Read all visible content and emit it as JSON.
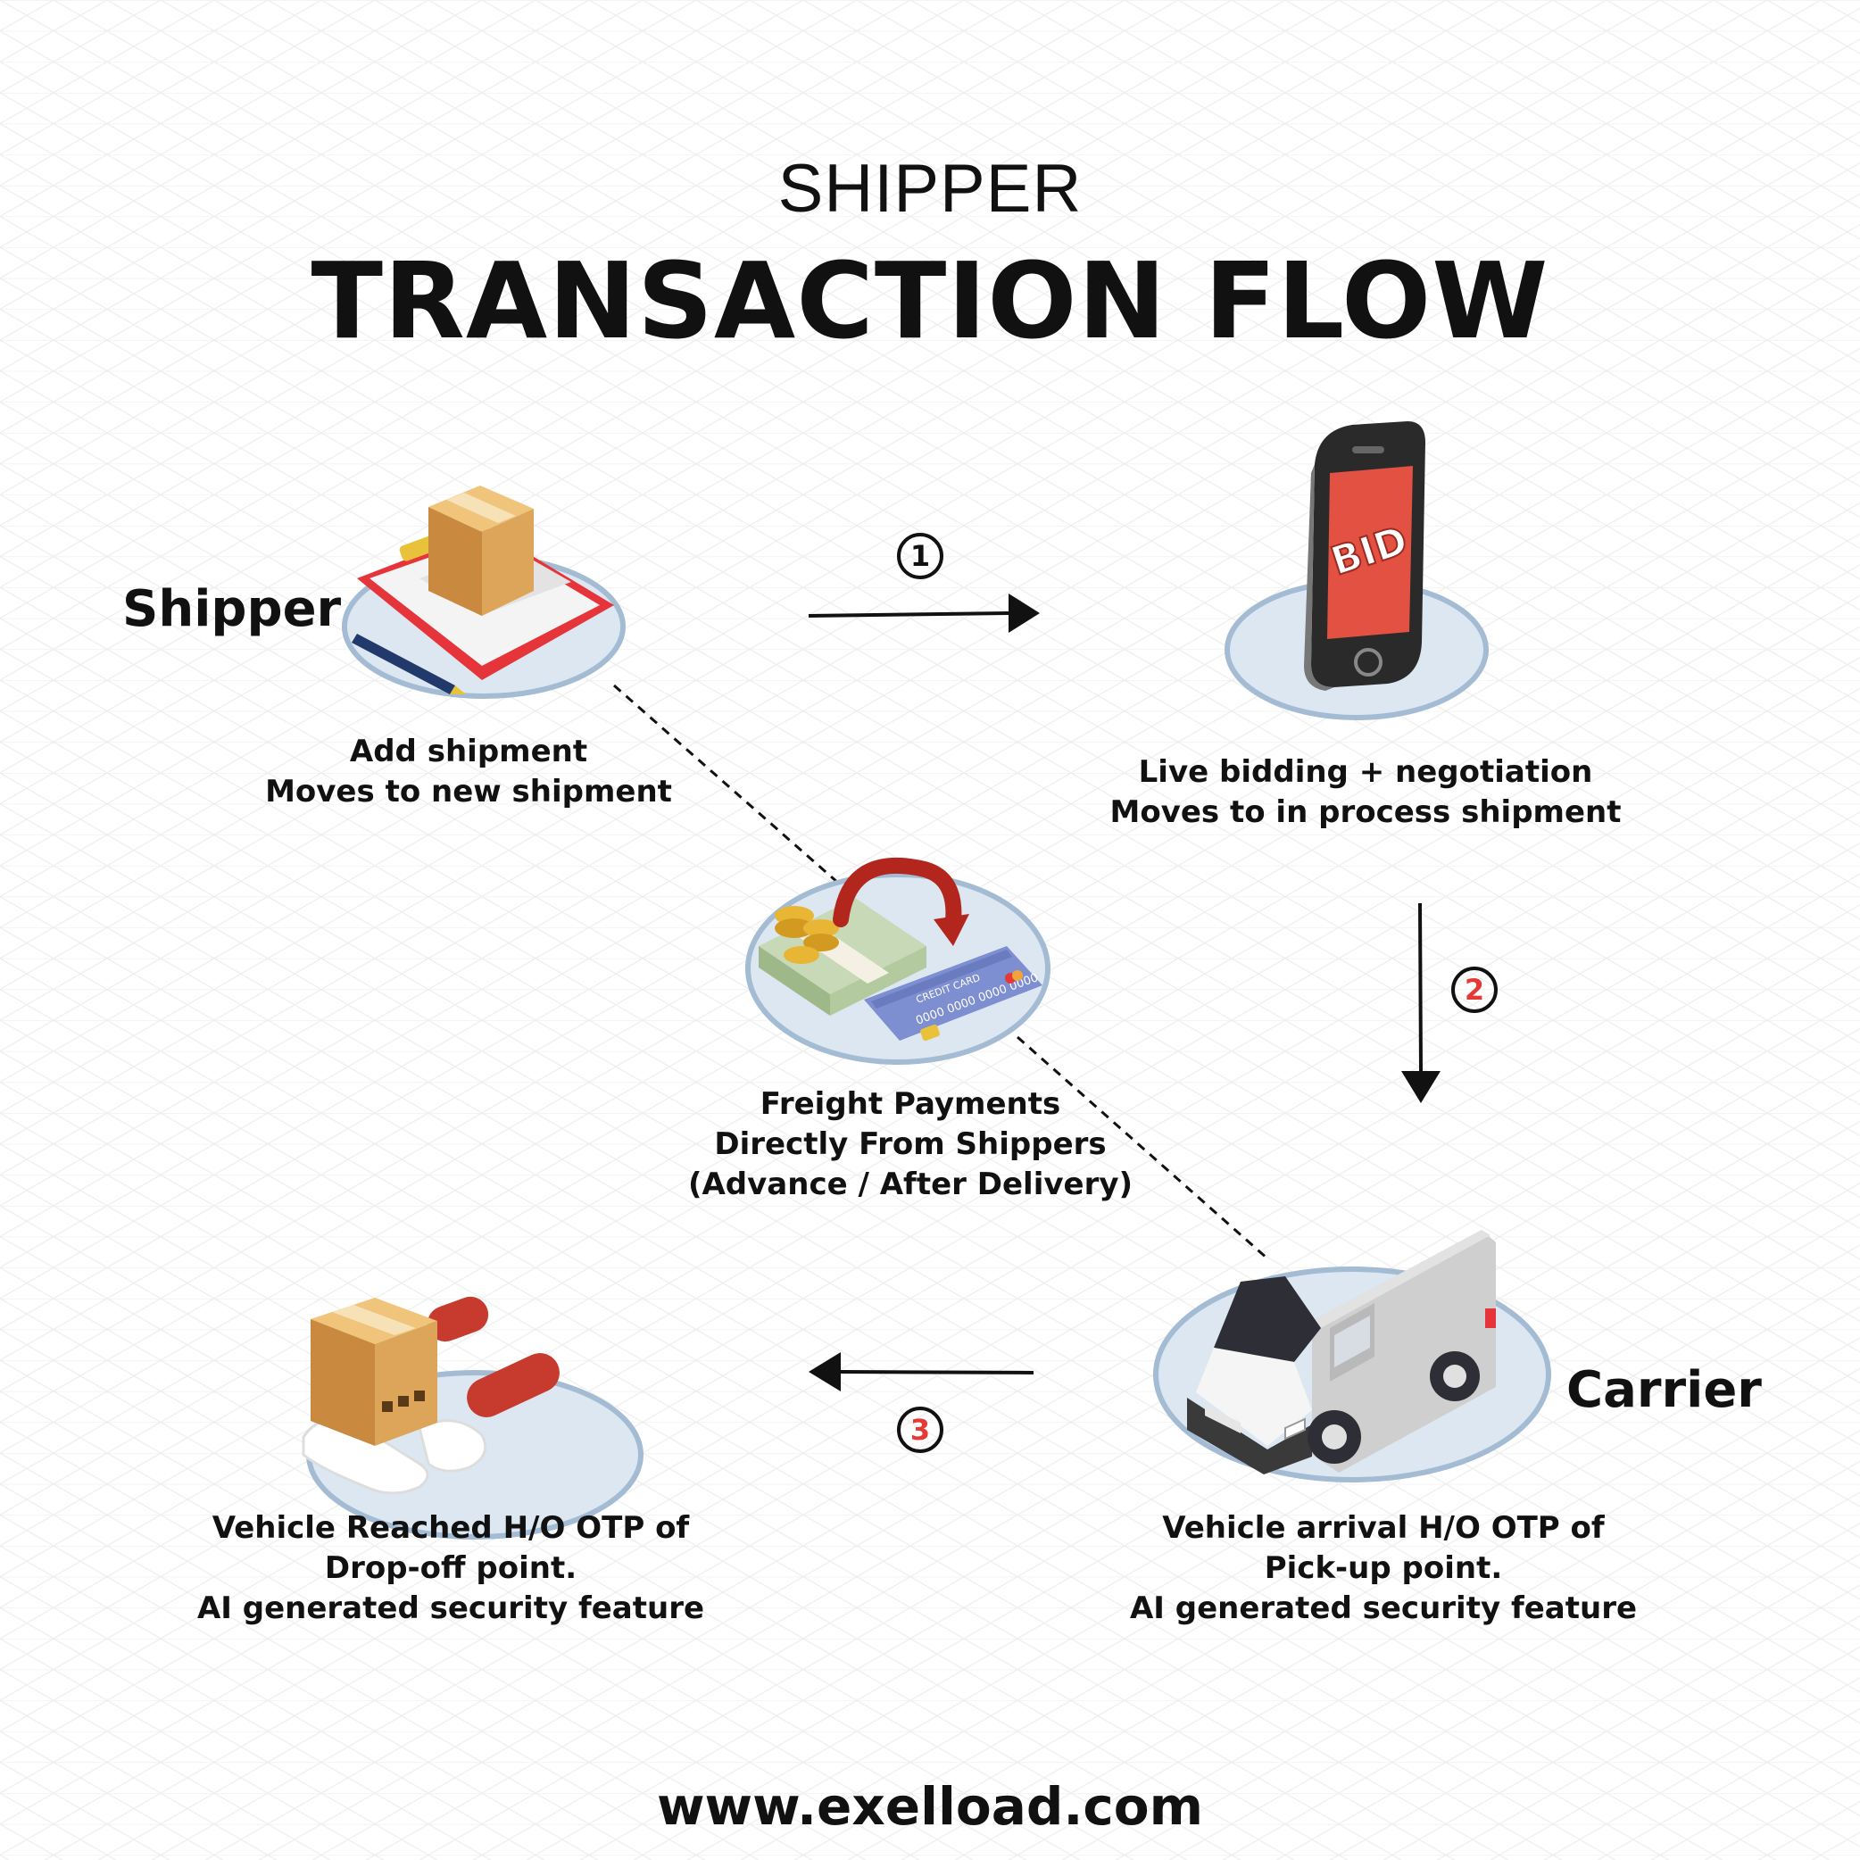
{
  "header": {
    "subtitle": "SHIPPER",
    "title": "TRANSACTION FLOW"
  },
  "roles": {
    "shipper": "Shipper",
    "carrier": "Carrier"
  },
  "steps": {
    "add_shipment": {
      "lines": [
        "Add shipment",
        "Moves to new shipment"
      ]
    },
    "bidding": {
      "lines": [
        "Live bidding + negotiation",
        "Moves to in process shipment"
      ]
    },
    "payment": {
      "lines": [
        "Freight Payments",
        "Directly From Shippers",
        "(Advance / After Delivery)"
      ]
    },
    "pickup": {
      "lines": [
        "Vehicle arrival H/O OTP of",
        "Pick-up point.",
        "AI generated security feature"
      ]
    },
    "dropoff": {
      "lines": [
        "Vehicle Reached H/O OTP of",
        "Drop-off point.",
        "AI generated security feature"
      ]
    }
  },
  "flow_badges": {
    "step1": "1",
    "step2": "2",
    "step3": "3"
  },
  "icons": {
    "bid_screen_text": "BID",
    "card_brand_text": "CREDIT CARD",
    "card_number_text": "0000 0000 0000 0000"
  },
  "footer": {
    "website": "www.exelload.com"
  },
  "colors": {
    "badge_number": "#e53935",
    "platform_fill": "#dde7f2",
    "platform_stroke": "#a3bbd3",
    "arrow": "#111111",
    "box": "#d9a75b",
    "clipboard_red": "#e5343a",
    "phone_screen": "#e25142",
    "card_blue": "#7d8ed1"
  }
}
